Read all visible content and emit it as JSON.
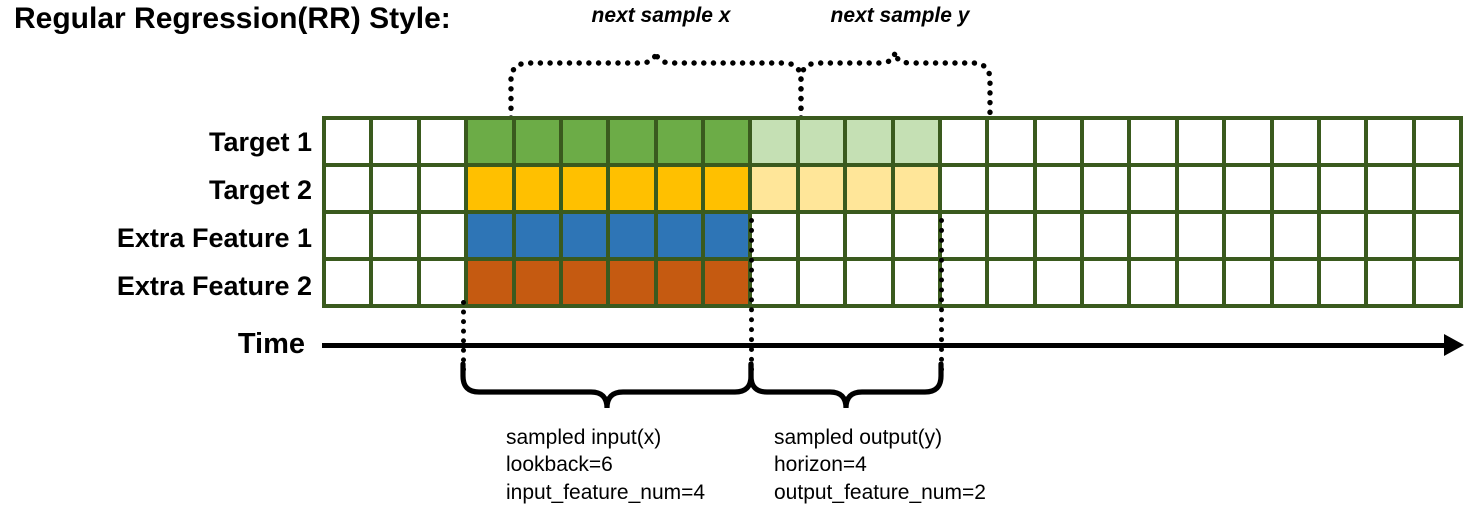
{
  "title": "Regular Regression(RR) Style:",
  "rows": [
    {
      "label": "Target 1",
      "solid_color": "#6CAC47",
      "light_color": "#C5E0B4",
      "has_future": true
    },
    {
      "label": "Target 2",
      "solid_color": "#FFC000",
      "light_color": "#FFE699",
      "has_future": true
    },
    {
      "label": "Extra Feature 1",
      "solid_color": "#2E75B6",
      "light_color": "#FFFFFF",
      "has_future": false
    },
    {
      "label": "Extra Feature 2",
      "solid_color": "#C55A11",
      "light_color": "#FFFFFF",
      "has_future": false
    }
  ],
  "grid": {
    "columns": 24,
    "rows": 4,
    "lead_empty_columns": 3,
    "input_columns": 6,
    "output_columns": 4,
    "trailing_empty_columns": 11,
    "border_color": "#3A5A1E",
    "empty_color": "#FFFFFF"
  },
  "top_brackets": [
    {
      "label": "next sample x",
      "name": "next-sample-x"
    },
    {
      "label": "next sample y",
      "name": "next-sample-y"
    }
  ],
  "time_axis": {
    "label": "Time"
  },
  "bottom_brackets": [
    {
      "name": "sampled-input",
      "lines": [
        "sampled input(x)",
        "lookback=6",
        "input_feature_num=4"
      ]
    },
    {
      "name": "sampled-output",
      "lines": [
        "sampled output(y)",
        "horizon=4",
        "output_feature_num=2"
      ]
    }
  ]
}
